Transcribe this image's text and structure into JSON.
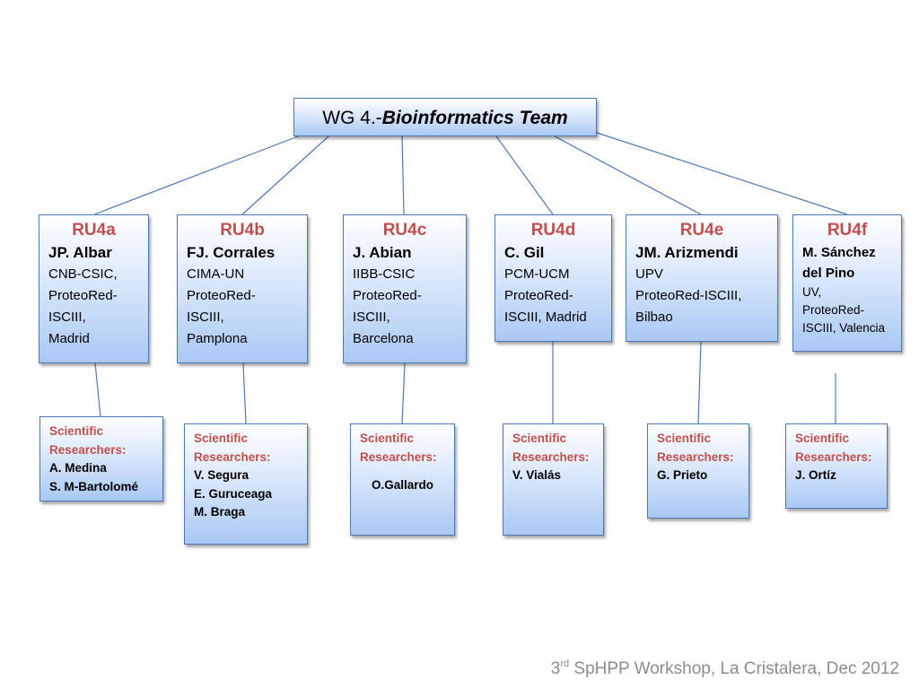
{
  "root": {
    "prefix": "WG 4.-",
    "title": "Bioinformatics Team"
  },
  "units": [
    {
      "code": "RU4a",
      "lead": "JP. Albar",
      "detail": "CNB-CSIC,\nProteoRed-\nISCIII,\nMadrid"
    },
    {
      "code": "RU4b",
      "lead": "FJ. Corrales",
      "detail": "CIMA-UN\nProteoRed-\nISCIII,\nPamplona"
    },
    {
      "code": "RU4c",
      "lead": "J. Abian",
      "detail": "IIBB-CSIC\nProteoRed-\nISCIII,\nBarcelona"
    },
    {
      "code": "RU4d",
      "lead": "C. Gil",
      "detail": "PCM-UCM\nProteoRed-\nISCIII, Madrid"
    },
    {
      "code": "RU4e",
      "lead": "JM. Arizmendi",
      "detail": "UPV\nProteoRed-ISCIII,\nBilbao"
    },
    {
      "code": "RU4f",
      "lead": "M. Sánchez\ndel Pino",
      "detail": "UV,\nProteoRed-\nISCIII, Valencia"
    }
  ],
  "teams": [
    {
      "label": "Scientific\nResearchers:",
      "names": "A. Medina\nS. M-Bartolomé"
    },
    {
      "label": "Scientific\nResearchers:",
      "names": "V. Segura\nE. Guruceaga\nM. Braga"
    },
    {
      "label": "Scientific\nResearchers:",
      "names": "O.Gallardo"
    },
    {
      "label": "Scientific\nResearchers:",
      "names": "V. Vialás"
    },
    {
      "label": "Scientific\nResearchers:",
      "names": "G. Prieto"
    },
    {
      "label": "Scientific\nResearchers:",
      "names": "J. Ortíz"
    }
  ],
  "footer": {
    "ordinal": "3",
    "suffix": "rd",
    "text": " SpHPP Workshop,  La Cristalera, Dec 2012"
  },
  "colors": {
    "accent_red": "#c0504d",
    "line_blue": "#4e77b8",
    "box_light": "#dbe8fb",
    "box_dark": "#a9c8f3",
    "footer_gray": "#8c8c8c"
  }
}
